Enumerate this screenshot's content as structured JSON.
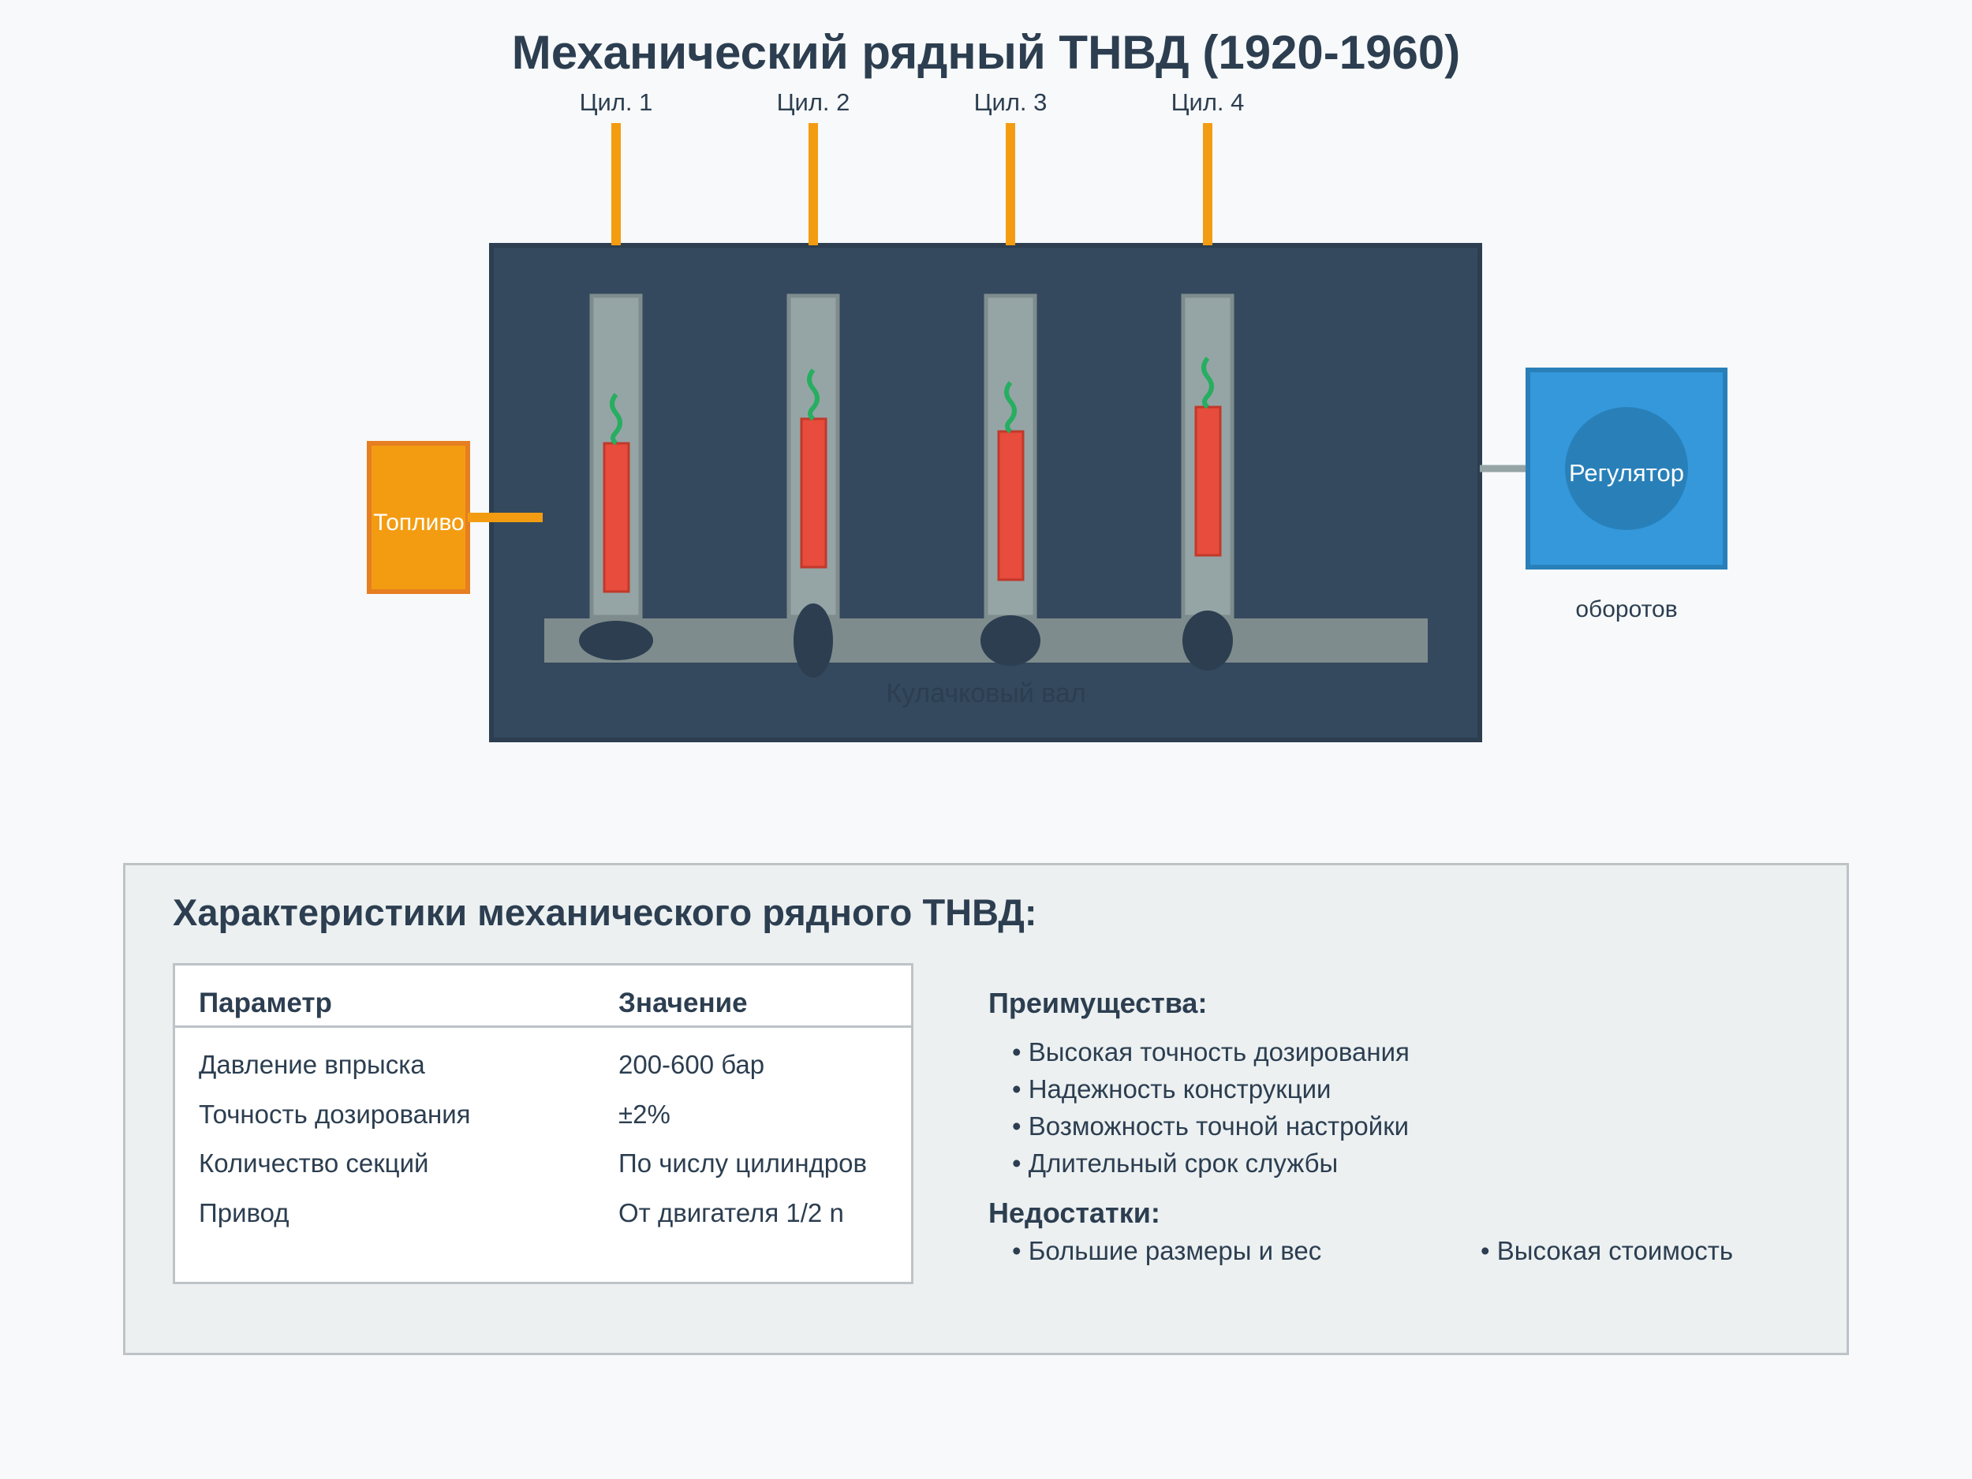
{
  "title": "Механический рядный ТНВД (1920-1960)",
  "diagram": {
    "cylinders": [
      {
        "label": "Цил. 1"
      },
      {
        "label": "Цил. 2"
      },
      {
        "label": "Цил. 3"
      },
      {
        "label": "Цил. 4"
      }
    ],
    "fuel_label": "Топливо",
    "regulator_label": "Регулятор",
    "regulator_sublabel": "оборотов",
    "camshaft_label": "Кулачковый вал",
    "colors": {
      "housing": "#34495e",
      "housing_border": "#2c3e50",
      "fuel": "#f39c12",
      "fuel_border": "#e67e22",
      "regulator": "#3498db",
      "regulator_inner": "#2980b9",
      "plunger": "#e74c3c",
      "barrel": "#95a5a6",
      "spring": "#27ae60",
      "camshaft": "#7f8c8d",
      "cam": "#2c3e50"
    }
  },
  "info": {
    "title": "Характеристики механического рядного ТНВД:",
    "table": {
      "headers": [
        "Параметр",
        "Значение"
      ],
      "rows": [
        [
          "Давление впрыска",
          "200-600 бар"
        ],
        [
          "Точность дозирования",
          "±2%"
        ],
        [
          "Количество секций",
          "По числу цилиндров"
        ],
        [
          "Привод",
          "От двигателя 1/2 n"
        ]
      ]
    },
    "advantages_title": "Преимущества:",
    "advantages": [
      "• Высокая точность дозирования",
      "• Надежность конструкции",
      "• Возможность точной настройки",
      "• Длительный срок службы"
    ],
    "disadvantages_title": "Недостатки:",
    "disadvantages": [
      "• Большие размеры и вес",
      "• Высокая стоимость"
    ]
  }
}
